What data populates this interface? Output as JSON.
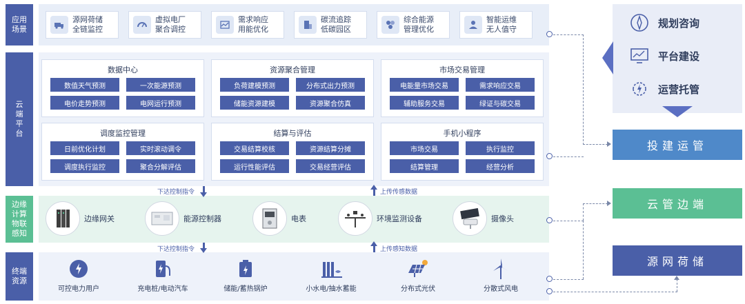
{
  "rows": {
    "app": "应用\n场景",
    "cloud": "云\n端\n平\n台",
    "edge": "边缘\n计算\n物联\n感知",
    "terminal": "终端\n资源"
  },
  "scenes": [
    {
      "l1": "源网荷储",
      "l2": "全链监控",
      "icon": "truck-icon"
    },
    {
      "l1": "虚拟电厂",
      "l2": "聚合调控",
      "icon": "gauge-icon"
    },
    {
      "l1": "需求响应",
      "l2": "用能优化",
      "icon": "chart-icon"
    },
    {
      "l1": "碳流追踪",
      "l2": "低碳园区",
      "icon": "building-icon"
    },
    {
      "l1": "综合能源",
      "l2": "管理优化",
      "icon": "cubes-icon"
    },
    {
      "l1": "智能运维",
      "l2": "无人值守",
      "icon": "person-icon"
    }
  ],
  "cloud_cards": [
    {
      "title": "数据中心",
      "chips": [
        "数值天气预测",
        "一次能源预测",
        "电价走势预测",
        "电网运行预测"
      ]
    },
    {
      "title": "资源聚合管理",
      "chips": [
        "负荷建模预测",
        "分布式出力预测",
        "储能资源建模",
        "资源聚合仿真"
      ]
    },
    {
      "title": "市场交易管理",
      "chips": [
        "电能量市场交易",
        "需求响应交易",
        "辅助服务交易",
        "绿证与碳交易"
      ]
    },
    {
      "title": "调度监控管理",
      "chips": [
        "日前优化计划",
        "实时滚动调令",
        "调度执行监控",
        "聚合分解评估"
      ]
    },
    {
      "title": "结算与评估",
      "chips": [
        "交易结算校核",
        "资源结算分摊",
        "运行性能评估",
        "交易经营评估"
      ]
    },
    {
      "title": "手机小程序",
      "chips": [
        "市场交易",
        "执行监控",
        "结算管理",
        "经营分析"
      ]
    }
  ],
  "arrows": {
    "down1": "下达控制指令",
    "up1": "上传传感数据",
    "down2": "下达控制指令",
    "up2": "上传感知数据"
  },
  "devices": [
    {
      "name": "边缘网关",
      "icon": "gateway-icon"
    },
    {
      "name": "能源控制器",
      "icon": "controller-icon"
    },
    {
      "name": "电表",
      "icon": "meter-icon"
    },
    {
      "name": "环境监测设备",
      "icon": "weather-station-icon"
    },
    {
      "name": "摄像头",
      "icon": "camera-icon"
    }
  ],
  "terminals": [
    {
      "name": "可控电力用户",
      "icon": "power-user-icon"
    },
    {
      "name": "充电桩/电动汽车",
      "icon": "charger-icon"
    },
    {
      "name": "储能/蓄热锅炉",
      "icon": "battery-icon"
    },
    {
      "name": "小水电/抽水蓄能",
      "icon": "hydro-icon"
    },
    {
      "name": "分布式光伏",
      "icon": "solar-icon"
    },
    {
      "name": "分散式风电",
      "icon": "wind-icon"
    }
  ],
  "services": [
    {
      "label": "规划咨询",
      "icon": "compass-icon"
    },
    {
      "label": "平台建设",
      "icon": "monitor-icon"
    },
    {
      "label": "运营托管",
      "icon": "operation-icon"
    }
  ],
  "buttons": [
    {
      "label": "投建运管",
      "color": "#4f89c9"
    },
    {
      "label": "云管边端",
      "color": "#5bbf94"
    },
    {
      "label": "源网荷储",
      "color": "#4a5fa8"
    }
  ]
}
